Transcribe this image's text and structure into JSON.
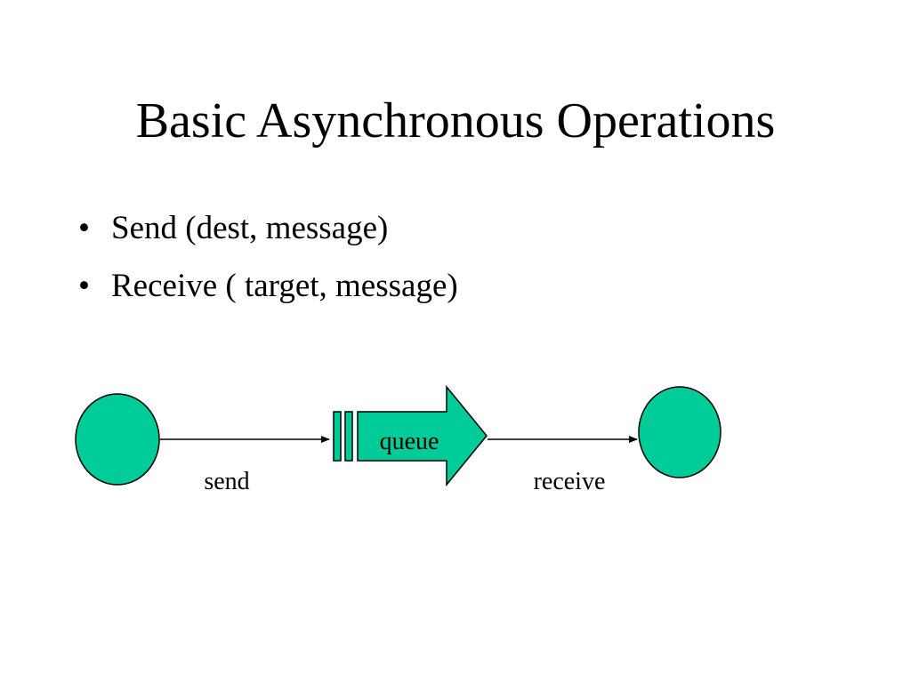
{
  "slide": {
    "title": "Basic Asynchronous Operations",
    "bullet_symbol": "•",
    "bullets": [
      "Send (dest, message)",
      "Receive ( target, message)"
    ]
  },
  "diagram": {
    "queue_label": "queue",
    "send_label": "send",
    "receive_label": "receive",
    "colors": {
      "node_fill": "#00cc99",
      "stroke": "#000000",
      "background": "#ffffff"
    }
  }
}
